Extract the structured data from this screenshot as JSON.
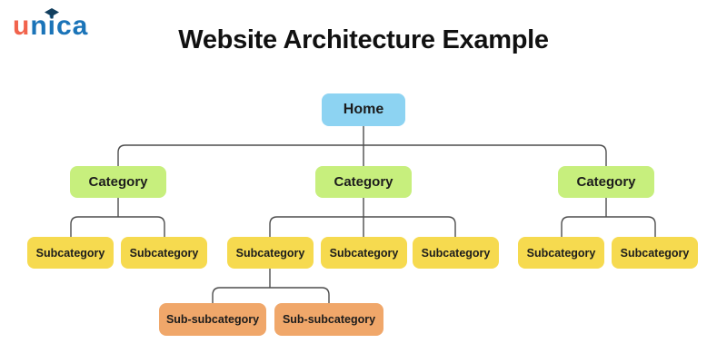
{
  "header": {
    "logo": {
      "part_u": "u",
      "part_n": "n",
      "part_i": "i",
      "part_ca": "ca"
    },
    "title": "Website Architecture Example"
  },
  "colors": {
    "logo_u": "#F1634C",
    "logo_rest": "#1B74B8",
    "logo_cap": "#123F5E",
    "home": "#8DD3F2",
    "category": "#C7EF7D",
    "subcategory": "#F6DA4F",
    "sub_subcategory": "#F0A76A",
    "connector": "#4D4D4D",
    "node_text": "#1C1C1C",
    "title_text": "#111111"
  },
  "diagram": {
    "type": "tree",
    "root": {
      "label": "Home"
    },
    "categories": [
      {
        "label": "Category",
        "subcategories": [
          {
            "label": "Subcategory"
          },
          {
            "label": "Subcategory"
          }
        ]
      },
      {
        "label": "Category",
        "subcategories": [
          {
            "label": "Subcategory"
          },
          {
            "label": "Subcategory"
          },
          {
            "label": "Subcategory"
          }
        ]
      },
      {
        "label": "Category",
        "subcategories": [
          {
            "label": "Subcategory"
          },
          {
            "label": "Subcategory"
          }
        ]
      }
    ],
    "sub_subcategories": [
      {
        "label": "Sub-subcategory"
      },
      {
        "label": "Sub-subcategory"
      }
    ]
  }
}
